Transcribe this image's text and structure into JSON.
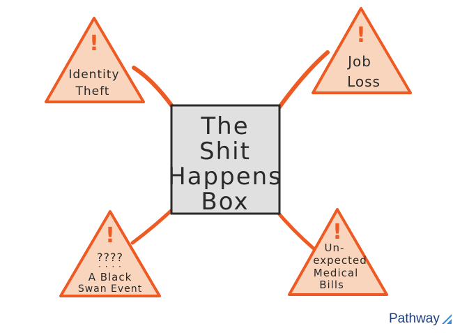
{
  "box": {
    "lines": [
      "The",
      "Shit",
      "Happens",
      "Box"
    ]
  },
  "warnings": [
    {
      "id": "identity-theft",
      "symbol": "!",
      "lines": [
        "Identity",
        "Theft"
      ]
    },
    {
      "id": "job-loss",
      "symbol": "!",
      "lines": [
        "Job",
        "Loss"
      ]
    },
    {
      "id": "black-swan",
      "symbol": "!",
      "lines": [
        "????",
        "· · · ·",
        "A Black",
        "Swan Event"
      ]
    },
    {
      "id": "medical-bills",
      "symbol": "!",
      "lines": [
        "Un-",
        "expected",
        "Medical",
        "Bills"
      ]
    }
  ],
  "brand": {
    "name": "Pathway"
  },
  "colors": {
    "triangle_fill": "#f9d5bd",
    "accent": "#ee5a24",
    "box_fill": "#e0e0e0",
    "box_stroke": "#2b2b2b",
    "text": "#2a2a2a",
    "brand": "#1f3f7a",
    "brand_mark": "#3a8fd6"
  }
}
